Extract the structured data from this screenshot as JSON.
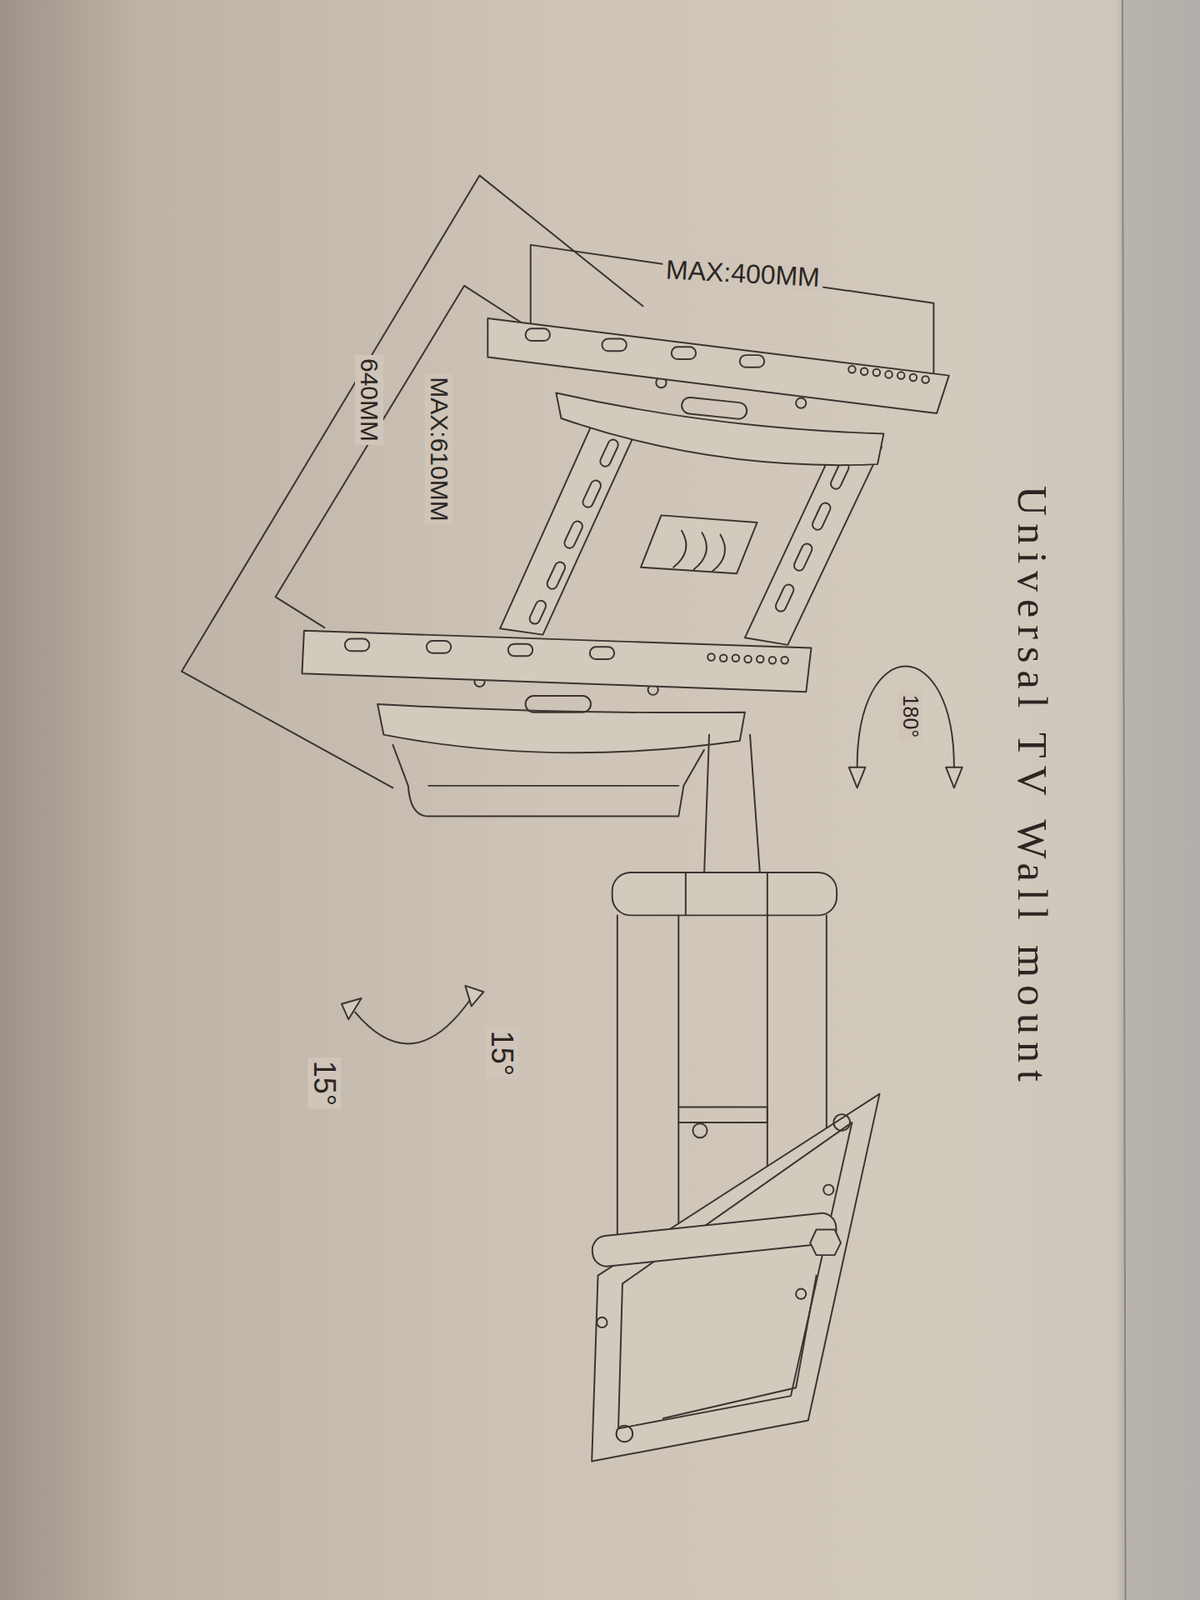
{
  "diagram": {
    "title": "Universal TV Wall mount",
    "labels": [
      "MAX:400MM",
      "180°",
      "MAX:610MM",
      "640MM",
      "15°",
      "15°"
    ]
  }
}
